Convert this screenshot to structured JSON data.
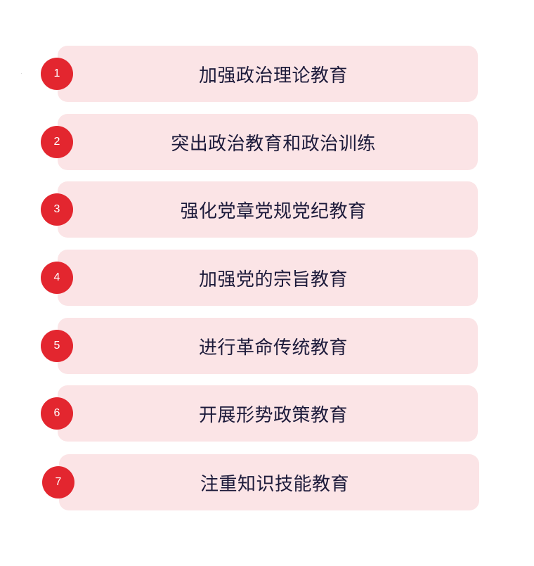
{
  "colors": {
    "card_background": "#fbe4e6",
    "badge_background": "#e3262f",
    "text": "#1c1a3a"
  },
  "items": [
    {
      "number": "1",
      "label": "加强政治理论教育"
    },
    {
      "number": "2",
      "label": "突出政治教育和政治训练"
    },
    {
      "number": "3",
      "label": "强化党章党规党纪教育"
    },
    {
      "number": "4",
      "label": "加强党的宗旨教育"
    },
    {
      "number": "5",
      "label": "进行革命传统教育"
    },
    {
      "number": "6",
      "label": "开展形势政策教育"
    },
    {
      "number": "7",
      "label": "注重知识技能教育"
    }
  ]
}
